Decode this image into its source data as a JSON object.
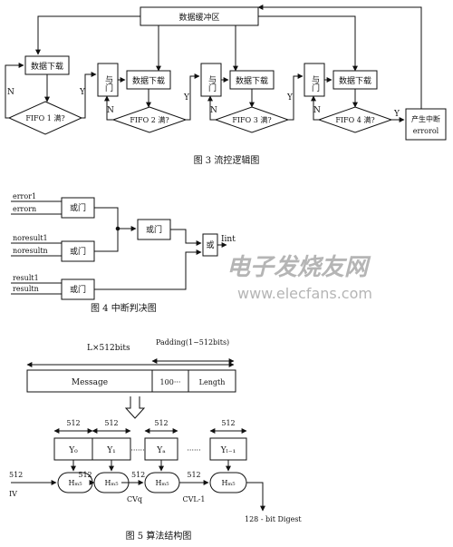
{
  "fig3": {
    "buffer": "数据缓冲区",
    "download": "数据下载",
    "and_gate": "与门",
    "fifo1": "FIFO 1 满?",
    "fifo2": "FIFO 2 满?",
    "fifo3": "FIFO 3 满?",
    "fifo4": "FIFO 4 满?",
    "yes": "Y",
    "no": "N",
    "interrupt_1": "产生中断",
    "interrupt_2": "errorol",
    "caption": "图 3 流控逻辑图"
  },
  "fig4": {
    "inputs": [
      "error1",
      "errorn",
      "noresult1",
      "noresultn",
      "result1",
      "resultn"
    ],
    "or_gate": "或门",
    "or_short": "或",
    "output": "Iint",
    "caption": "图 4 中断判决图"
  },
  "fig5": {
    "length": "L×512bits",
    "padding": "Padding(1~512bits)",
    "message": "Message",
    "pad_bits": "100···",
    "length_field": "Length",
    "width": "512",
    "y0": "Y₀",
    "y1": "Y₁",
    "yq": "Yₐ",
    "yl": "Yₗ₋₁",
    "dots": "······",
    "h_md5": "Hₘ₅",
    "iv": "IV",
    "cvq": "CVq",
    "cvl": "CVL-1",
    "digest": "128 - bit Digest",
    "caption": "图 5 算法结构图"
  },
  "watermark": {
    "cn": "电子发烧友网",
    "en": "www.elecfans.com"
  }
}
